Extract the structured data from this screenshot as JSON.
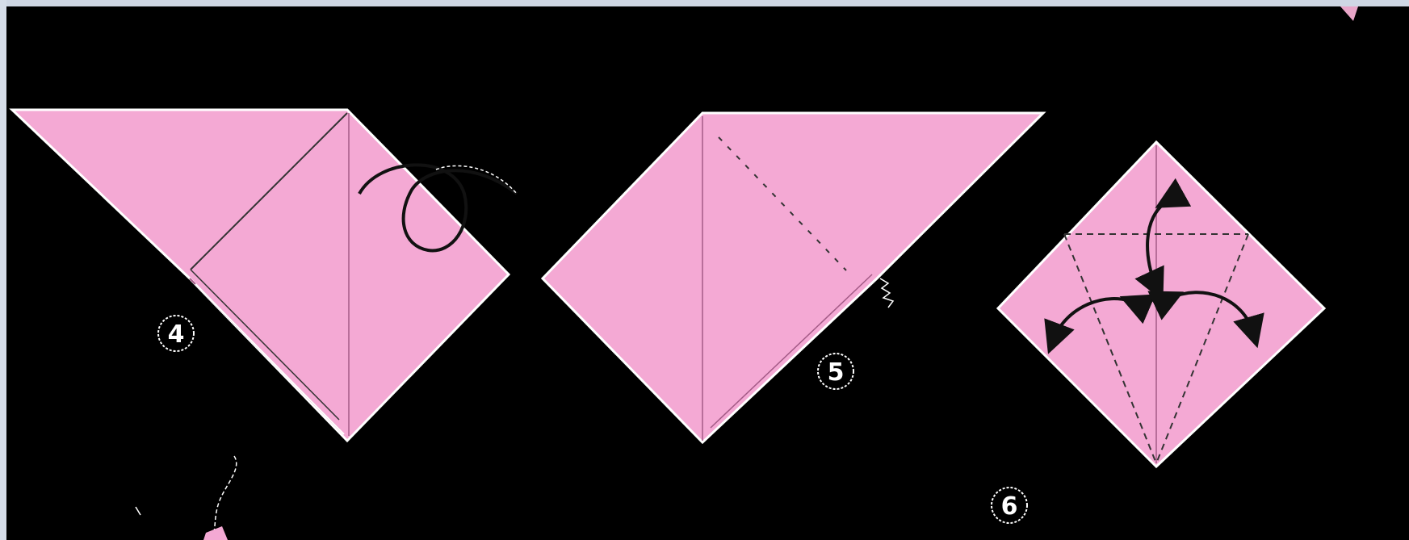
{
  "colors": {
    "background": "#000000",
    "paper": "#f4a9d4",
    "paper_edge": "#ffffff",
    "crease": "#a35a86",
    "arrow": "#111111",
    "left_border": "#d6dde8"
  },
  "steps": [
    {
      "number": "4",
      "icon": "turn-over-arrow-icon"
    },
    {
      "number": "5",
      "icon": "turn-over-arrow-icon"
    },
    {
      "number": "6",
      "icon": "fold-arrows-icon"
    }
  ]
}
